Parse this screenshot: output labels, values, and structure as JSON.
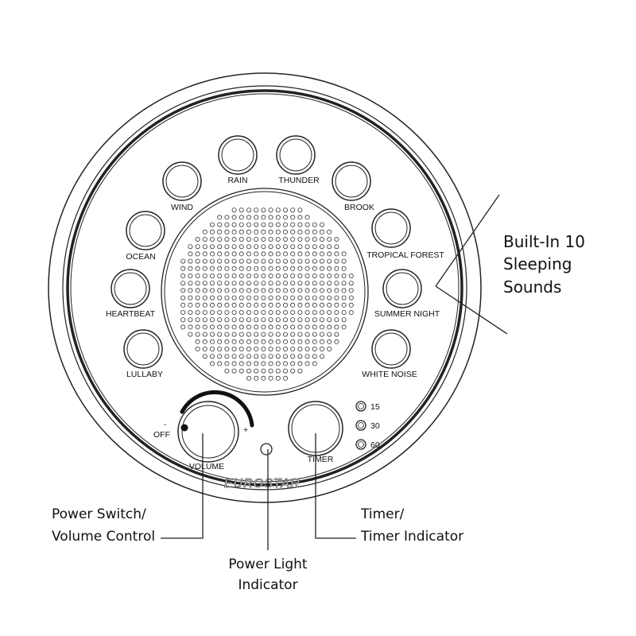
{
  "sound_buttons": [
    {
      "label": "RAIN"
    },
    {
      "label": "THUNDER"
    },
    {
      "label": "WIND"
    },
    {
      "label": "BROOK"
    },
    {
      "label": "OCEAN"
    },
    {
      "label": "TROPICAL FOREST"
    },
    {
      "label": "HEARTBEAT"
    },
    {
      "label": "SUMMER NIGHT"
    },
    {
      "label": "LULLABY"
    },
    {
      "label": "WHITE NOISE"
    }
  ],
  "volume": {
    "label": "VOLUME",
    "off_label": "OFF",
    "minus": "-",
    "plus": "+"
  },
  "timer": {
    "label": "TIMER",
    "options": [
      "15",
      "30",
      "60"
    ]
  },
  "brand": "EUROSTAR",
  "callouts": {
    "sounds": [
      "Built-In 10",
      "Sleeping",
      "Sounds"
    ],
    "power": [
      "Power Switch/",
      "Volume Control"
    ],
    "light": [
      "Power Light",
      "Indicator"
    ],
    "timer": [
      "Timer/",
      "Timer Indicator"
    ]
  }
}
